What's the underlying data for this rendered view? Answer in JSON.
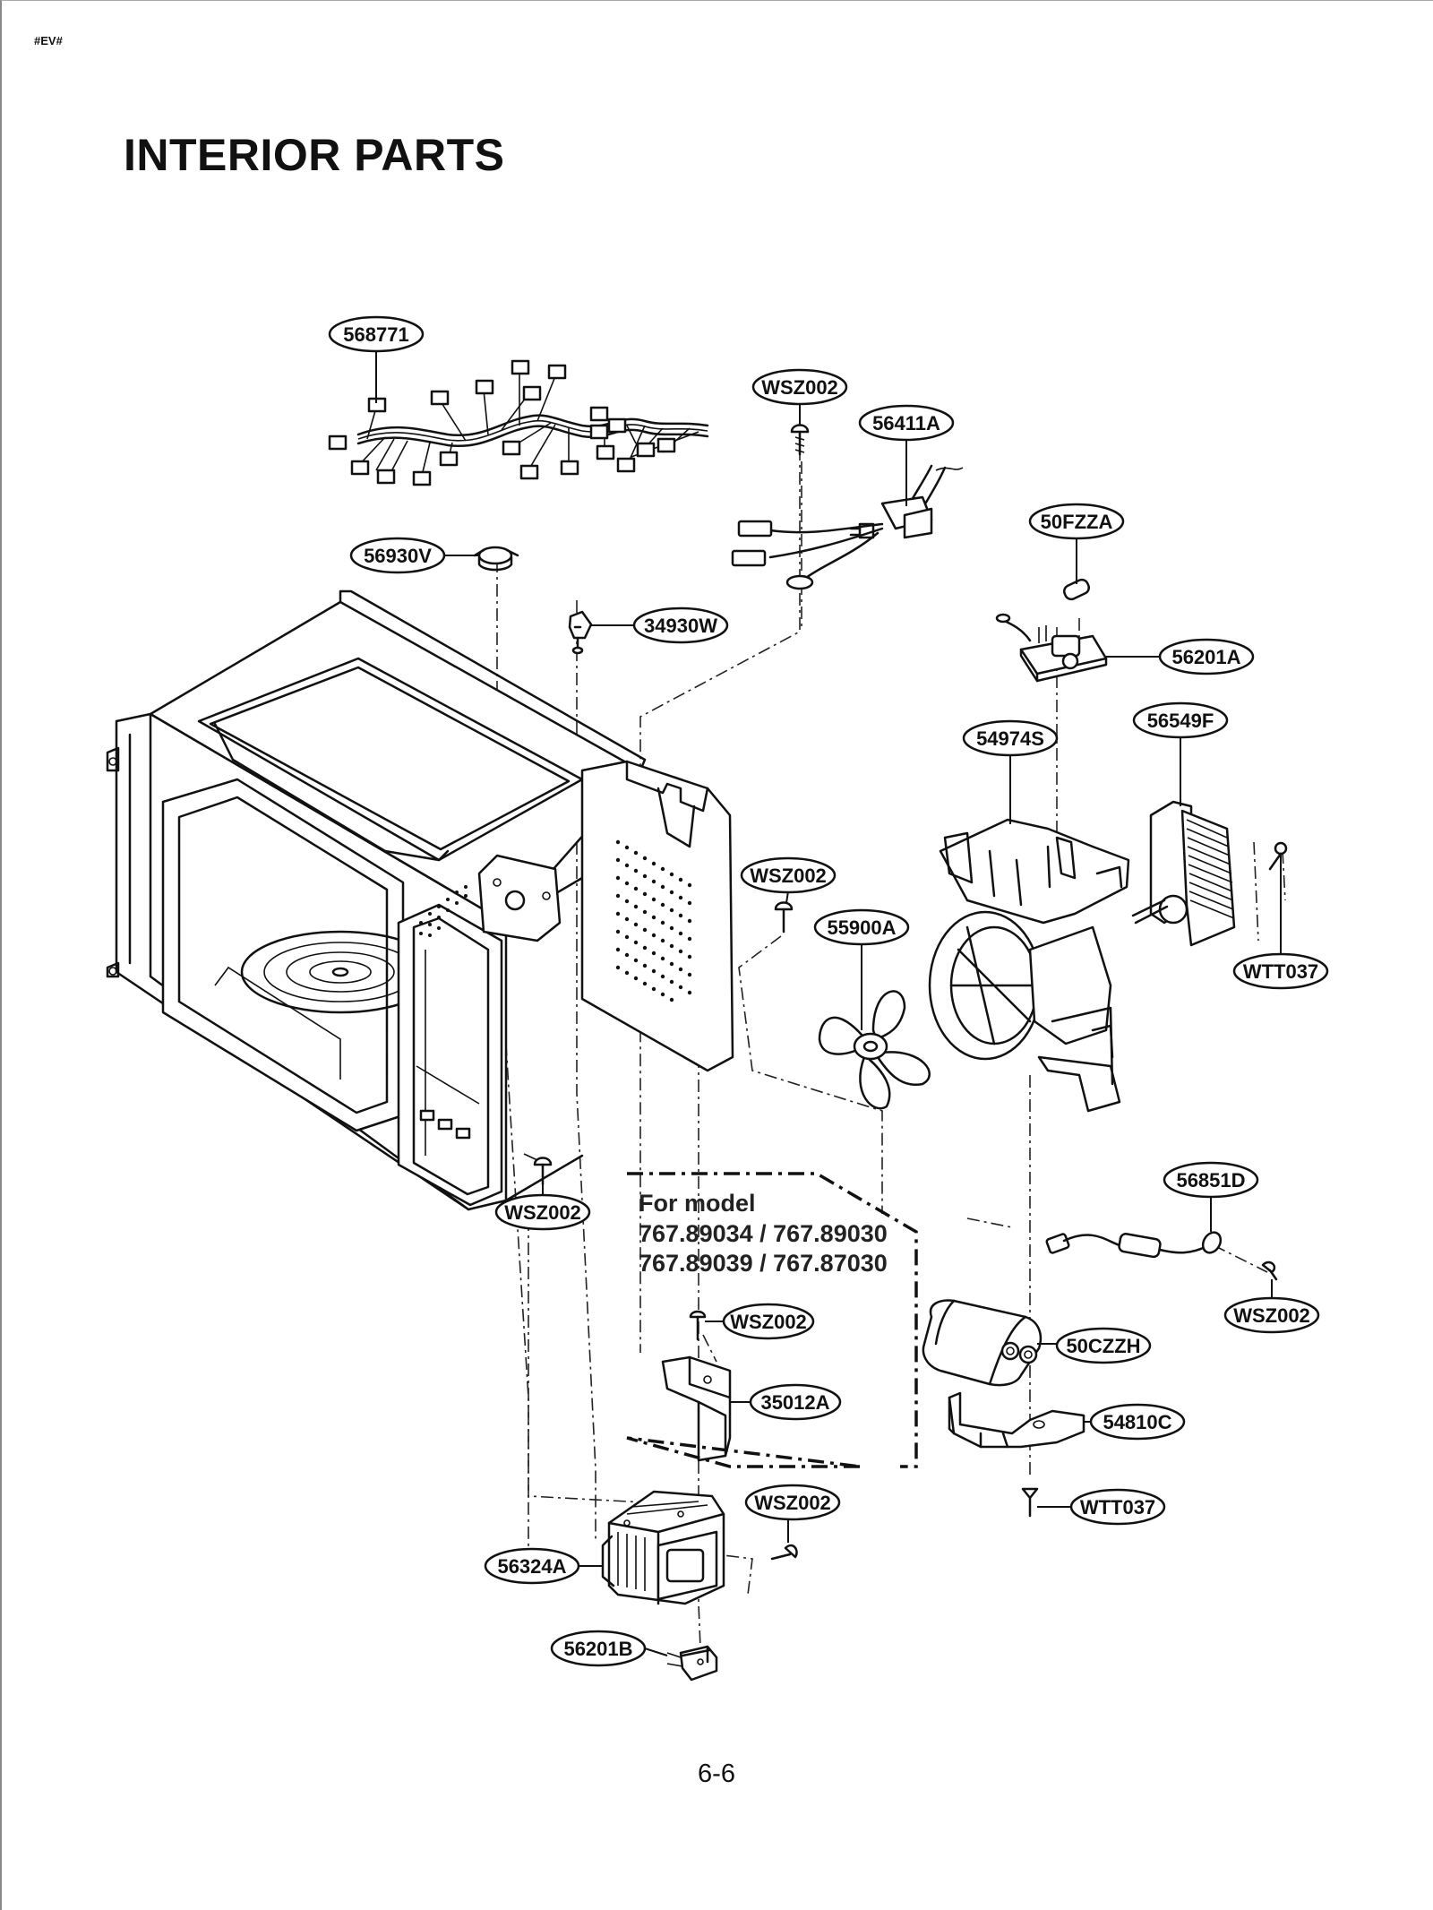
{
  "page": {
    "code": "#EV#",
    "title": "INTERIOR PARTS",
    "page_number": "6-6"
  },
  "note": {
    "line1": "For model",
    "line2": "767.89034 / 767.89030",
    "line3": "767.89039 / 767.87030"
  },
  "labels": {
    "harness": "568771",
    "screw_top": "WSZ002",
    "power_cord": "56411A",
    "fuse": "50FZZA",
    "thermostat": "56930V",
    "clip": "34930W",
    "noise_filter": "56201A",
    "fan_duct": "54974S",
    "fan_motor": "56549F",
    "screw_mid": "WSZ002",
    "fan_blade": "55900A",
    "screw_wtt_motor": "WTT037",
    "screw_left": "WSZ002",
    "diode": "56851D",
    "screw_right": "WSZ002",
    "screw_bracket": "WSZ002",
    "capacitor": "50CZZH",
    "bracket": "35012A",
    "cap_bracket": "54810C",
    "screw_magnetron": "WSZ002",
    "screw_wtt_cap": "WTT037",
    "magnetron": "56324A",
    "thermal_fuse": "56201B"
  }
}
